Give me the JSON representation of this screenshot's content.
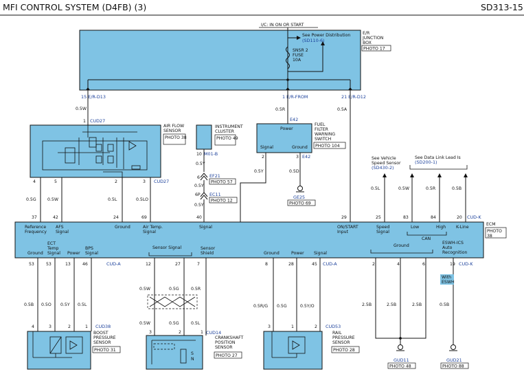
{
  "header": {
    "title": "MFI CONTROL SYSTEM (D4FB) (3)",
    "code": "SD313-15",
    "accent_color": "#7fc3e4",
    "wire_label_color": "#1a3f9a"
  },
  "top": {
    "ic_note": "I/C: IN ON OR START",
    "power_dist": "See Power Distribution",
    "power_dist_ref": "(SD110-6)",
    "ejb": [
      "E/R",
      "JUNCTION",
      "BOX"
    ],
    "ejb_photo": "PHOTO 17",
    "fuse": [
      "SNSR 2",
      "FUSE",
      "10A"
    ],
    "left_conn": "15  E/R-D13",
    "mid_conn": "1  E/R-FROM",
    "right_conn": "21  E/R-D12"
  },
  "airflow": {
    "title": [
      "AIR FLOW",
      "SENSOR"
    ],
    "photo": "PHOTO 38",
    "conn_top": "CUD27",
    "conn_bot": "CUD27",
    "top_wire": "0.5W",
    "pins": [
      "4",
      "5",
      "2",
      "3"
    ],
    "wires": [
      "0.5G",
      "0.5W",
      "0.5L",
      "0.5LO"
    ],
    "ecm_pins": [
      "37",
      "42",
      "24",
      "69"
    ]
  },
  "cluster": {
    "title": [
      "INSTRUMENT",
      "CLUSTER"
    ],
    "photo": "PHOTO 49",
    "conn": "M01-B",
    "pin": "10",
    "wire": "0.5Y"
  },
  "fuel": {
    "title": [
      "FUEL",
      "FILTER",
      "WARNING",
      "SWITCH"
    ],
    "photo": "PHOTO 104",
    "conn": "E42",
    "conn_top": "E42",
    "power": "Power",
    "signal": "Signal",
    "ground": "Ground",
    "wire_top": "0.5R",
    "wire_sig": "0.5Y",
    "wire_gnd": "0.5D",
    "pin_sig": "2",
    "pin_gnd": "3",
    "gnd_id": "GE25",
    "gnd_photo": "PHOTO 69"
  },
  "joints": {
    "ef21": "EF21",
    "ef21_photo": "PHOTO 57",
    "ef21_pin": "6",
    "ef21_wire": "0.5Y",
    "ec11": "EC11",
    "ec11_photo": "PHOTO 12",
    "ec11_pin": "6P",
    "ec11_wire": "0.5Y",
    "ecm_pin": "40"
  },
  "right_refs": {
    "vss": [
      "See Vehicle",
      "Speed Sensor",
      "(SD430-2)"
    ],
    "dl": [
      "See Data Link Lead Is",
      "(SD200-1)"
    ],
    "wires": [
      "0.5L",
      "0.5W",
      "0.5R",
      "0.5B"
    ],
    "pins": [
      "25",
      "83",
      "84",
      "20"
    ],
    "mid_wire": "0.5A",
    "mid_pin": "29"
  },
  "ecm": {
    "title": "ECM",
    "photo": [
      "PHOTO",
      "38"
    ],
    "conn_top": "CUD-K",
    "conn_bot": "CUD-K",
    "labels_top": [
      [
        "Reference",
        "Frequency"
      ],
      [
        "AFS",
        "Signal"
      ],
      [
        "Ground"
      ],
      [
        "Air Temp.",
        "Signal"
      ],
      [
        "Signal"
      ],
      [
        "ON/START",
        "Input"
      ],
      [
        "Speed",
        "Signal"
      ],
      [
        "Low"
      ],
      [
        "High"
      ],
      [
        "K-Line"
      ]
    ],
    "can": "CAN",
    "labels_bot": {
      "ect": [
        "ECT",
        "Temp",
        "Signal"
      ],
      "ground1": "Ground",
      "power1": "Power",
      "bps": [
        "BPS",
        "Signal"
      ],
      "sensor_signal": "Sensor Signal",
      "sensor_shield": [
        "Sensor",
        "Shield"
      ],
      "ground2": "Ground",
      "power2": "Power",
      "signal2": "Signal",
      "ground3": "Ground",
      "eswh": [
        "ESWH-ICS",
        "Auto",
        "Recognition"
      ]
    }
  },
  "lower_left": {
    "ecm_pins": [
      "53",
      "53",
      "13",
      "46"
    ],
    "ecm_conn": "CUD-A",
    "wires": [
      "0.5B",
      "0.5O",
      "0.5Y",
      "0.5L"
    ],
    "pins": [
      "4",
      "3",
      "2",
      "1"
    ],
    "conn": "CUD38",
    "title": [
      "BOOST",
      "PRESSURE",
      "SENSOR"
    ],
    "photo": "PHOTO 31"
  },
  "crank": {
    "ecm_pins": [
      "12",
      "27",
      "7"
    ],
    "wires_top": [
      "0.5W",
      "0.5G",
      "0.5R"
    ],
    "wires_bot": [
      "0.5W",
      "0.5G",
      "0.5L"
    ],
    "pins": [
      "3",
      "2",
      "1"
    ],
    "conn": "CUD14",
    "title": [
      "CRANKSHAFT",
      "POSITION",
      "SENSOR"
    ],
    "photo": "PHOTO 27",
    "s": "S",
    "n": "N"
  },
  "rail": {
    "ecm_pins": [
      "8",
      "28",
      "45"
    ],
    "ecm_conn": "CUD-A",
    "wires": [
      "0.5R/G",
      "0.5G",
      "0.5Y/O"
    ],
    "pins": [
      "3",
      "1",
      "2"
    ],
    "conn": "CUD53",
    "title": [
      "RAIL",
      "PRESSURE",
      "SENSOR"
    ],
    "photo": "PHOTO 28"
  },
  "grounds_right": {
    "ecm_pins": [
      "2",
      "4",
      "6",
      "19"
    ],
    "wires": [
      "2.5B",
      "2.5B",
      "2.5B",
      "0.5B"
    ],
    "note": [
      "With",
      "ESWH"
    ],
    "g1": "GUD11",
    "g1_photo": "PHOTO 48",
    "g2": "GUD21",
    "g2_photo": "PHOTO 88"
  }
}
